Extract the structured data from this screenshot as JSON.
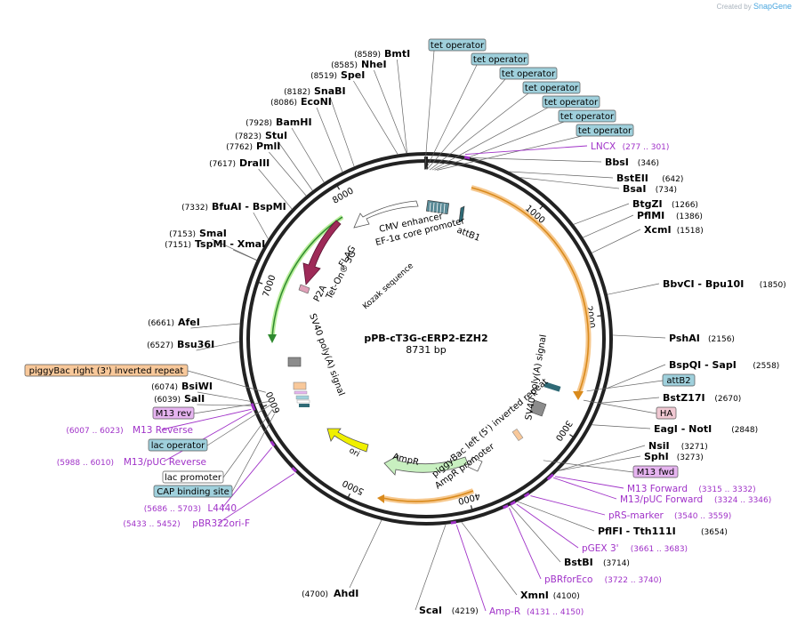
{
  "credit": {
    "prefix": "Created by",
    "brand": "SnapGene"
  },
  "plasmid": {
    "name": "pPB-cT3G-cERP2-EZH2",
    "size_label": "8731 bp",
    "length": 8731
  },
  "tick_labels": [
    "1000",
    "2000",
    "3000",
    "4000",
    "5000",
    "6000",
    "7000",
    "8000"
  ],
  "colors": {
    "backbone": "#222222",
    "purple": "#a032c8",
    "teal_box": "#9fd0dc",
    "pink_box": "#f0c8d2",
    "purple_box": "#e6b4f0",
    "orange_box": "#f8c89a",
    "amp": "#c8f0c0",
    "ori": "#f0f000",
    "rtta": "#9e2a58"
  },
  "enzymes_right": [
    {
      "name": "BbsI",
      "pos": "(346)"
    },
    {
      "name": "BstEII",
      "pos": "(642)"
    },
    {
      "name": "BsaI",
      "pos": "(734)"
    },
    {
      "name": "BtgZI",
      "pos": "(1266)"
    },
    {
      "name": "PflMI",
      "pos": "(1386)"
    },
    {
      "name": "XcmI",
      "pos": "(1518)"
    },
    {
      "name": "BbvCI - Bpu10I",
      "pos": "(1850)"
    },
    {
      "name": "PshAI",
      "pos": "(2156)"
    },
    {
      "name": "BspQI - SapI",
      "pos": "(2558)"
    },
    {
      "name": "BstZ17I",
      "pos": "(2670)"
    },
    {
      "name": "EagI - NotI",
      "pos": "(2848)"
    },
    {
      "name": "NsiI",
      "pos": "(3271)"
    },
    {
      "name": "SphI",
      "pos": "(3273)"
    },
    {
      "name": "PflFI - Tth111I",
      "pos": "(3654)"
    },
    {
      "name": "BstBI",
      "pos": "(3714)"
    },
    {
      "name": "XmnI",
      "pos": "(4100)"
    },
    {
      "name": "ScaI",
      "pos": "(4219)"
    }
  ],
  "enzymes_left": [
    {
      "name": "BmtI",
      "pos": "(8589)"
    },
    {
      "name": "NheI",
      "pos": "(8585)"
    },
    {
      "name": "SpeI",
      "pos": "(8519)"
    },
    {
      "name": "SnaBI",
      "pos": "(8182)"
    },
    {
      "name": "EcoNI",
      "pos": "(8086)"
    },
    {
      "name": "BamHI",
      "pos": "(7928)"
    },
    {
      "name": "StuI",
      "pos": "(7823)"
    },
    {
      "name": "PmlI",
      "pos": "(7762)"
    },
    {
      "name": "DraIII",
      "pos": "(7617)"
    },
    {
      "name": "BfuAI - BspMI",
      "pos": "(7332)"
    },
    {
      "name": "SmaI",
      "pos": "(7153)"
    },
    {
      "name": "TspMI - XmaI",
      "pos": "(7151)"
    },
    {
      "name": "AfeI",
      "pos": "(6661)"
    },
    {
      "name": "Bsu36I",
      "pos": "(6527)"
    },
    {
      "name": "BsiWI",
      "pos": "(6074)"
    },
    {
      "name": "SalI",
      "pos": "(6039)"
    },
    {
      "name": "AhdI",
      "pos": "(4700)"
    }
  ],
  "primers": [
    {
      "name": "LNCX",
      "pos": "(277 .. 301)"
    },
    {
      "name": "M13 Forward",
      "pos": "(3315 .. 3332)"
    },
    {
      "name": "M13/pUC Forward",
      "pos": "(3324 .. 3346)"
    },
    {
      "name": "pRS-marker",
      "pos": "(3540 .. 3559)"
    },
    {
      "name": "pGEX 3'",
      "pos": "(3661 .. 3683)"
    },
    {
      "name": "pBRforEco",
      "pos": "(3722 .. 3740)"
    },
    {
      "name": "Amp-R",
      "pos": "(4131 .. 4150)"
    },
    {
      "name": "L4440",
      "pos": "(5686 .. 5703)"
    },
    {
      "name": "pBR322ori-F",
      "pos": "(5433 .. 5452)"
    },
    {
      "name": "M13 Reverse",
      "pos": "(6007 .. 6023)"
    },
    {
      "name": "M13/pUC Reverse",
      "pos": "(5988 .. 6010)"
    }
  ],
  "boxes": {
    "tet_operator": "tet operator",
    "attB2": "attB2",
    "HA": "HA",
    "M13_fwd": "M13 fwd",
    "pb_right": "piggyBac right (3') inverted repeat",
    "M13_rev": "M13 rev",
    "lac_operator": "lac operator",
    "lac_promoter": "lac promoter",
    "CAP": "CAP binding site"
  },
  "features": {
    "cmv": "CMV enhancer",
    "ef1a": "EF-1α core promoter",
    "attB1": "attB1",
    "flag": "FLAG",
    "teton": "Tet-On® 3G",
    "p2a": "P2A",
    "kozak": "Kozak sequence",
    "sv40_left": "SV40 poly(A) signal",
    "sv40_right": "SV40 poly(A) signal",
    "pb_left": "piggyBac left (5') inverted repeat",
    "ampr_promoter": "AmpR promoter",
    "ampr": "AmpR",
    "ori": "ori"
  }
}
